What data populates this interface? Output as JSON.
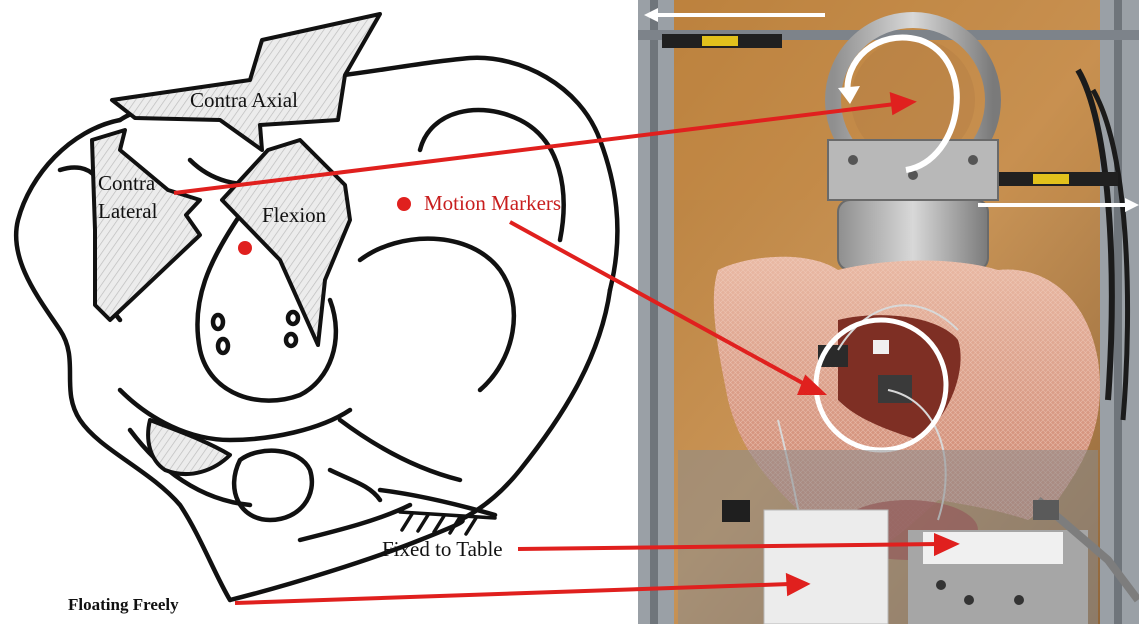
{
  "labels": {
    "contra_axial": "Contra Axial",
    "contra_lateral_1": "Contra",
    "contra_lateral_2": "Lateral",
    "flexion": "Flexion",
    "motion_markers": "Motion Markers",
    "fixed_to_table": "Fixed to Table",
    "floating_freely": "Floating Freely"
  },
  "colors": {
    "arrow": "#e0201e",
    "marker": "#e0201e",
    "marker_label": "#c81e1e",
    "sketch_line": "#111111",
    "hatch_fill": "#d9d9d9"
  }
}
